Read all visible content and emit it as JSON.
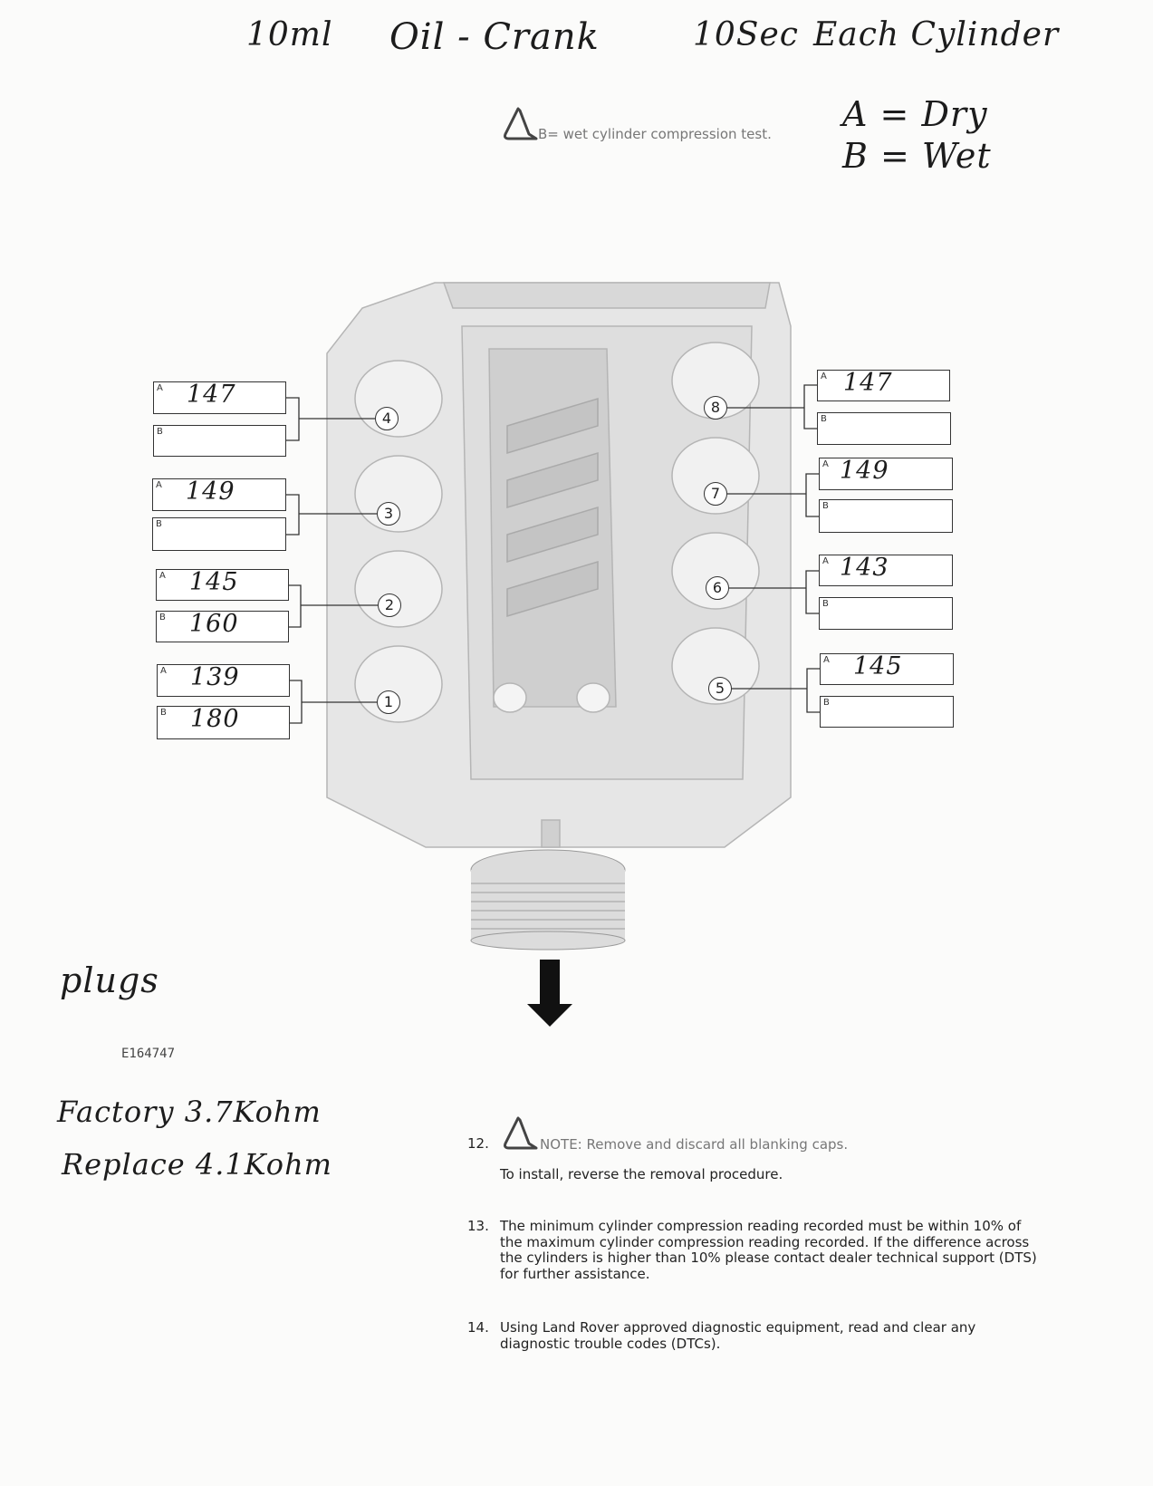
{
  "handwritten_header": {
    "oil": "10ml",
    "crank": "Oil - Crank",
    "seconds": "10Sec",
    "each": "Each Cylinder"
  },
  "legend_note": {
    "icon": "warning-triangle-icon",
    "text": "B= wet cylinder compression test."
  },
  "handwritten_legend": {
    "a": "A = Dry",
    "b": "B = Wet"
  },
  "cylinders": [
    {
      "number": "4",
      "a_label": "A",
      "a_value": "147",
      "b_label": "B",
      "b_value": ""
    },
    {
      "number": "3",
      "a_label": "A",
      "a_value": "149",
      "b_label": "B",
      "b_value": ""
    },
    {
      "number": "2",
      "a_label": "A",
      "a_value": "145",
      "b_label": "B",
      "b_value": "160"
    },
    {
      "number": "1",
      "a_label": "A",
      "a_value": "139",
      "b_label": "B",
      "b_value": "180"
    },
    {
      "number": "8",
      "a_label": "A",
      "a_value": "147",
      "b_label": "B",
      "b_value": ""
    },
    {
      "number": "7",
      "a_label": "A",
      "a_value": "149",
      "b_label": "B",
      "b_value": ""
    },
    {
      "number": "6",
      "a_label": "A",
      "a_value": "143",
      "b_label": "B",
      "b_value": ""
    },
    {
      "number": "5",
      "a_label": "A",
      "a_value": "145",
      "b_label": "B",
      "b_value": ""
    }
  ],
  "figure_id": "E164747",
  "handwritten_plugs": {
    "title": "plugs",
    "factory": "Factory 3.7Kohm",
    "replace": "Replace 4.1Kohm"
  },
  "steps": [
    {
      "number": "12.",
      "note": "NOTE: Remove and discard all blanking caps.",
      "text": "To install, reverse the removal procedure."
    },
    {
      "number": "13.",
      "text": "The minimum cylinder compression reading recorded must be within 10% of the maximum cylinder compression reading recorded. If the difference across the cylinders is higher than 10% please contact dealer technical support (DTS) for further assistance."
    },
    {
      "number": "14.",
      "text": "Using Land Rover approved diagnostic equipment, read and clear any diagnostic trouble codes (DTCs)."
    }
  ]
}
